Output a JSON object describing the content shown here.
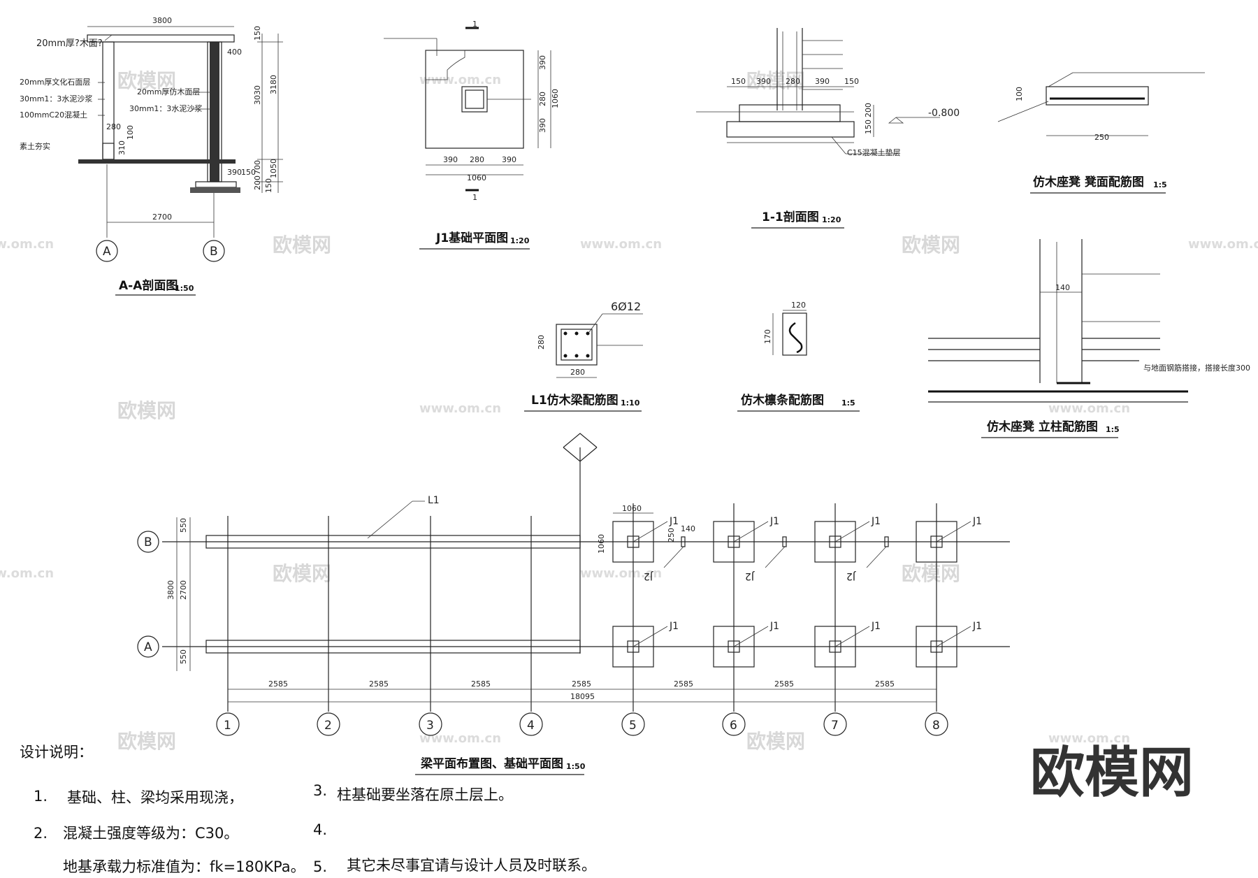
{
  "drawings": {
    "aa": {
      "title": "A-A剖面图",
      "scale": "1:50",
      "top_width": "3800",
      "span": "2700",
      "label_board": "20mm厚?木面?",
      "label_stone": "20mm厚文化石面层",
      "label_mortar": "30mm1：3水泥沙浆",
      "label_concrete": "100mmC20混凝土",
      "label_soil": "素土夯实",
      "label_wood": "20mm厚仿木面层",
      "label_mortar2": "30mm1：3水泥沙浆",
      "dims_right": [
        "150",
        "3030",
        "3180",
        "700",
        "1050",
        "200",
        "150"
      ],
      "dims_misc": [
        "400",
        "280",
        "100",
        "390",
        "150",
        "310"
      ],
      "axes": [
        "A",
        "B"
      ]
    },
    "j1": {
      "title": "J1基础平面图",
      "scale": "1:20",
      "dims_bottom": [
        "390",
        "280",
        "390",
        "1060"
      ],
      "dims_right": [
        "390",
        "280",
        "390",
        "1060"
      ],
      "section_mark": "1"
    },
    "s11": {
      "title": "1-1剖面图",
      "scale": "1:20",
      "dims_top": [
        "150",
        "390",
        "280",
        "390",
        "150"
      ],
      "dims_right": [
        "200",
        "150"
      ],
      "elevation": "-0.800",
      "label_bed": "C15混凝土垫层"
    },
    "bench_top": {
      "title": "仿木座凳 凳面配筋图",
      "scale": "1:5",
      "dims": [
        "100",
        "250"
      ]
    },
    "bench_col": {
      "title": "仿木座凳 立柱配筋图",
      "scale": "1:5",
      "dims": [
        "140"
      ],
      "note": "与地面钢筋搭接，搭接长度300"
    },
    "l1": {
      "title": "L1仿木梁配筋图",
      "scale": "1:10",
      "rebar": "6Ø12",
      "dims": [
        "280",
        "280"
      ]
    },
    "purlin": {
      "title": "仿木檩条配筋图",
      "scale": "1:5",
      "dims": [
        "120",
        "170"
      ]
    },
    "plan": {
      "title": "梁平面布置图、基础平面图",
      "scale": "1:50",
      "row_axes": [
        "B",
        "A"
      ],
      "col_axes": [
        "1",
        "2",
        "3",
        "4",
        "5",
        "6",
        "7",
        "8"
      ],
      "bay": "2585",
      "total": "18095",
      "dims_left": [
        "3800",
        "2700",
        "550",
        "550"
      ],
      "footing": "J1",
      "footing_size": "1060",
      "beam": "L1",
      "j2": "J2",
      "j2_dims": [
        "250",
        "140"
      ]
    }
  },
  "notes": {
    "heading": "设计说明：",
    "items": [
      {
        "num": "1.",
        "text": "基础、柱、梁均采用现浇，"
      },
      {
        "num": "2.",
        "text": "混凝土强度等级为：C30。"
      },
      {
        "num": "",
        "text": "地基承载力标准值为：fk=180KPa。"
      },
      {
        "num": "3.",
        "text": "柱基础要坐落在原土层上。"
      },
      {
        "num": "4.",
        "text": ""
      },
      {
        "num": "5.",
        "text": "其它未尽事宜请与设计人员及时联系。"
      }
    ]
  },
  "watermark": {
    "logo": "欧模网",
    "url": "www.om.cn"
  }
}
